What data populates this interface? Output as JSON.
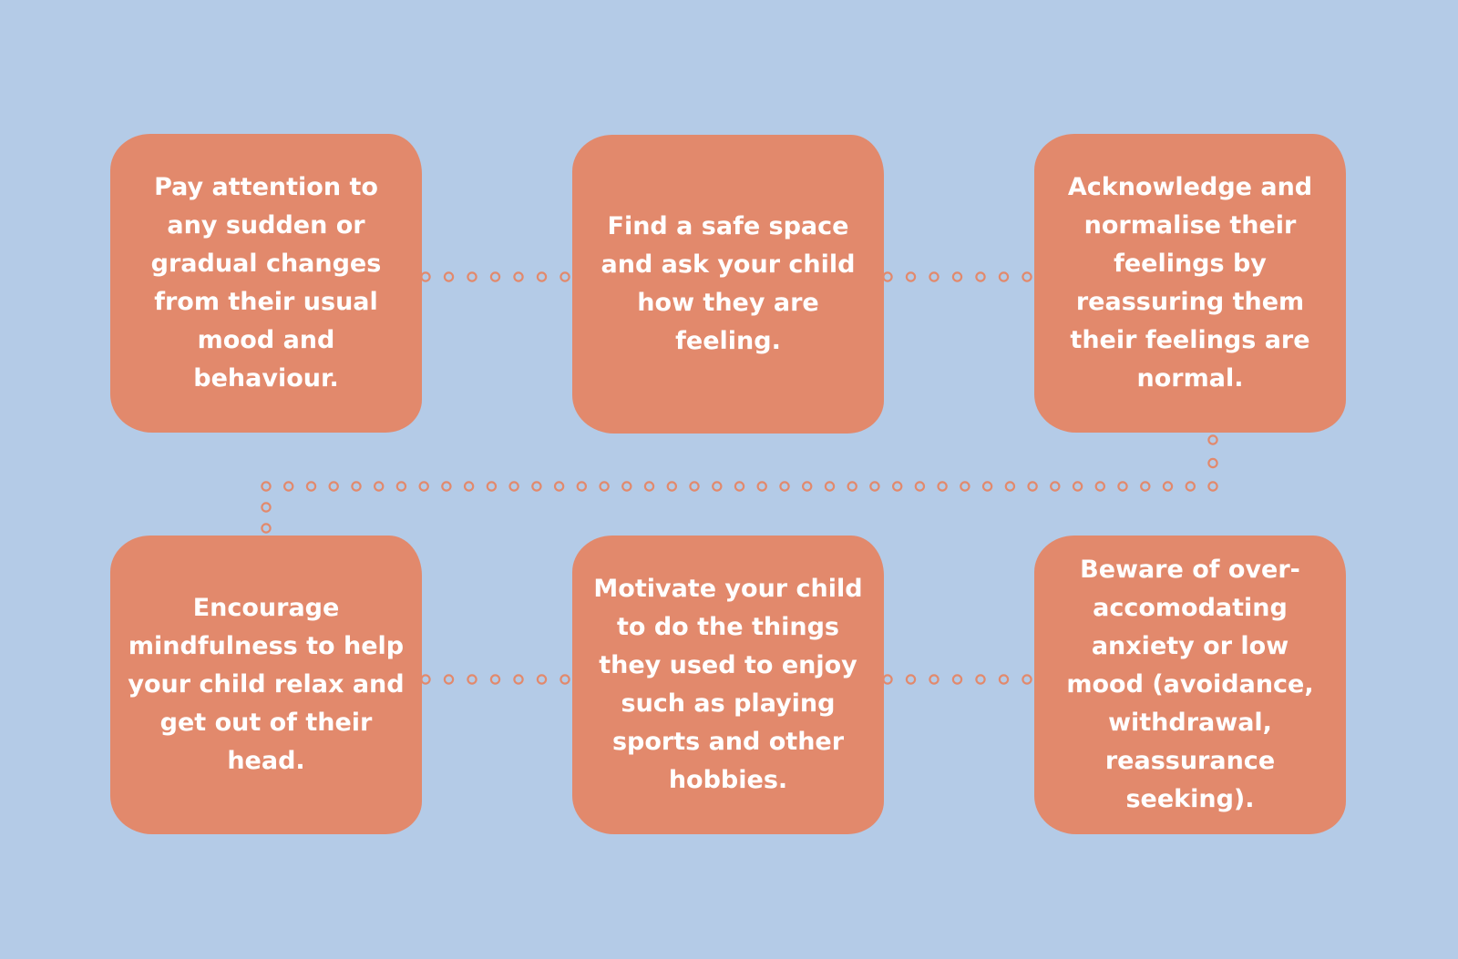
{
  "colors": {
    "background": "#b4cbe7",
    "box": "#e2896c",
    "text": "#ffffff",
    "connector": "#e2896c"
  },
  "steps": [
    {
      "text": "Pay attention to any sudden or gradual changes from their usual mood and behaviour."
    },
    {
      "text": "Find a safe space and ask your child how they are feeling."
    },
    {
      "text": "Acknowledge and normalise their feelings by reassuring them their feelings are normal."
    },
    {
      "text": "Encourage mindfulness to help your child relax and get out of their head."
    },
    {
      "text": "Motivate your child to do the things they used to enjoy such as playing sports and other hobbies."
    },
    {
      "text": "Beware of over-accomodating anxiety or low mood (avoidance, withdrawal, reassurance seeking)."
    }
  ],
  "connectors": [
    {
      "from": 1,
      "to": 2,
      "style": "dotted"
    },
    {
      "from": 2,
      "to": 3,
      "style": "dotted"
    },
    {
      "from": 3,
      "to": 4,
      "style": "dotted"
    },
    {
      "from": 4,
      "to": 5,
      "style": "dotted"
    },
    {
      "from": 5,
      "to": 6,
      "style": "dotted"
    }
  ]
}
